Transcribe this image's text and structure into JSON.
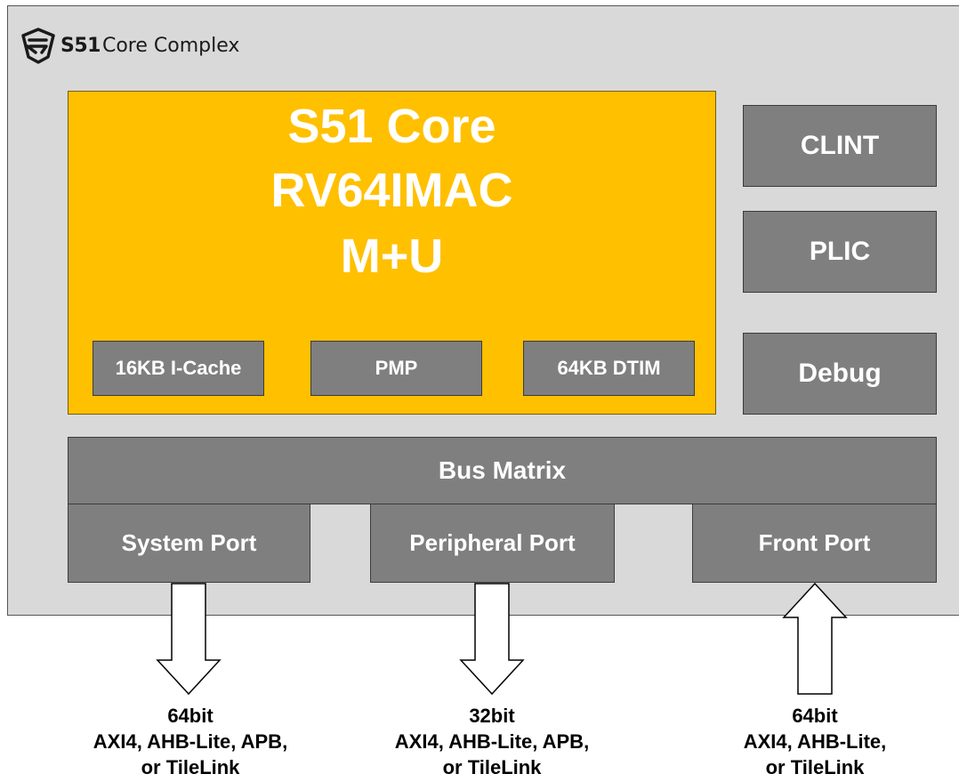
{
  "complex": {
    "brand": "S51",
    "title": "Core Complex",
    "logo_icon": "sifive-logo-icon"
  },
  "core": {
    "line1": "S51 Core",
    "line2": "RV64IMAC",
    "line3": "M+U",
    "color": "#ffc000",
    "blocks": {
      "icache": "16KB I-Cache",
      "pmp": "PMP",
      "dtim": "64KB DTIM"
    }
  },
  "side_blocks": {
    "clint": "CLINT",
    "plic": "PLIC",
    "debug": "Debug"
  },
  "bus_matrix": "Bus Matrix",
  "ports": {
    "system": {
      "label": "System Port",
      "direction": "down",
      "caption": [
        "64bit",
        "AXI4, AHB-Lite, APB,",
        "or TileLink"
      ]
    },
    "peripheral": {
      "label": "Peripheral Port",
      "direction": "down",
      "caption": [
        "32bit",
        "AXI4, AHB-Lite, APB,",
        "or TileLink"
      ]
    },
    "front": {
      "label": "Front Port",
      "direction": "up",
      "caption": [
        "64bit",
        "AXI4, AHB-Lite,",
        "or TileLink"
      ]
    }
  },
  "colors": {
    "block_gray": "#7f7f7f",
    "complex_bg": "#d9d9d9"
  }
}
